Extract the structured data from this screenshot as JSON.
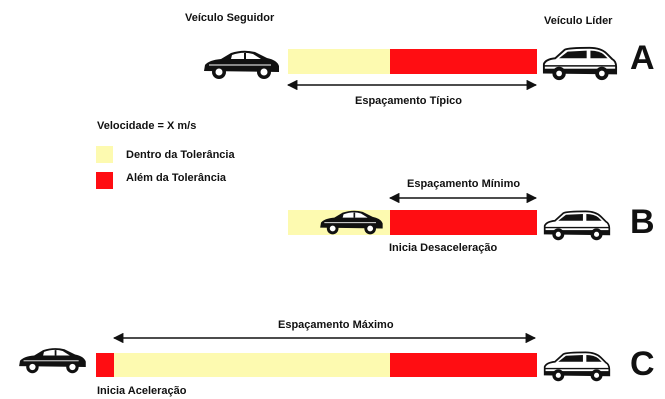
{
  "title_follower": "Veículo Seguidor",
  "title_leader": "Veículo Líder",
  "legend": {
    "speed": "Velocidade = X m/s",
    "within": "Dentro da Tolerância",
    "beyond": "Além da Tolerância"
  },
  "colors": {
    "within": "#fdfab0",
    "beyond": "#ff0d12",
    "text": "#111111"
  },
  "scenarios": [
    {
      "letter": "A",
      "spacing_label": "Espaçamento Típico",
      "note": ""
    },
    {
      "letter": "B",
      "spacing_label": "Espaçamento Mínimo",
      "note": "Inicia Desaceleração"
    },
    {
      "letter": "C",
      "spacing_label": "Espaçamento Máximo",
      "note": "Inicia Aceleração"
    }
  ],
  "icons": {
    "follower": "sports-car-icon",
    "leader": "hatchback-car-icon"
  }
}
